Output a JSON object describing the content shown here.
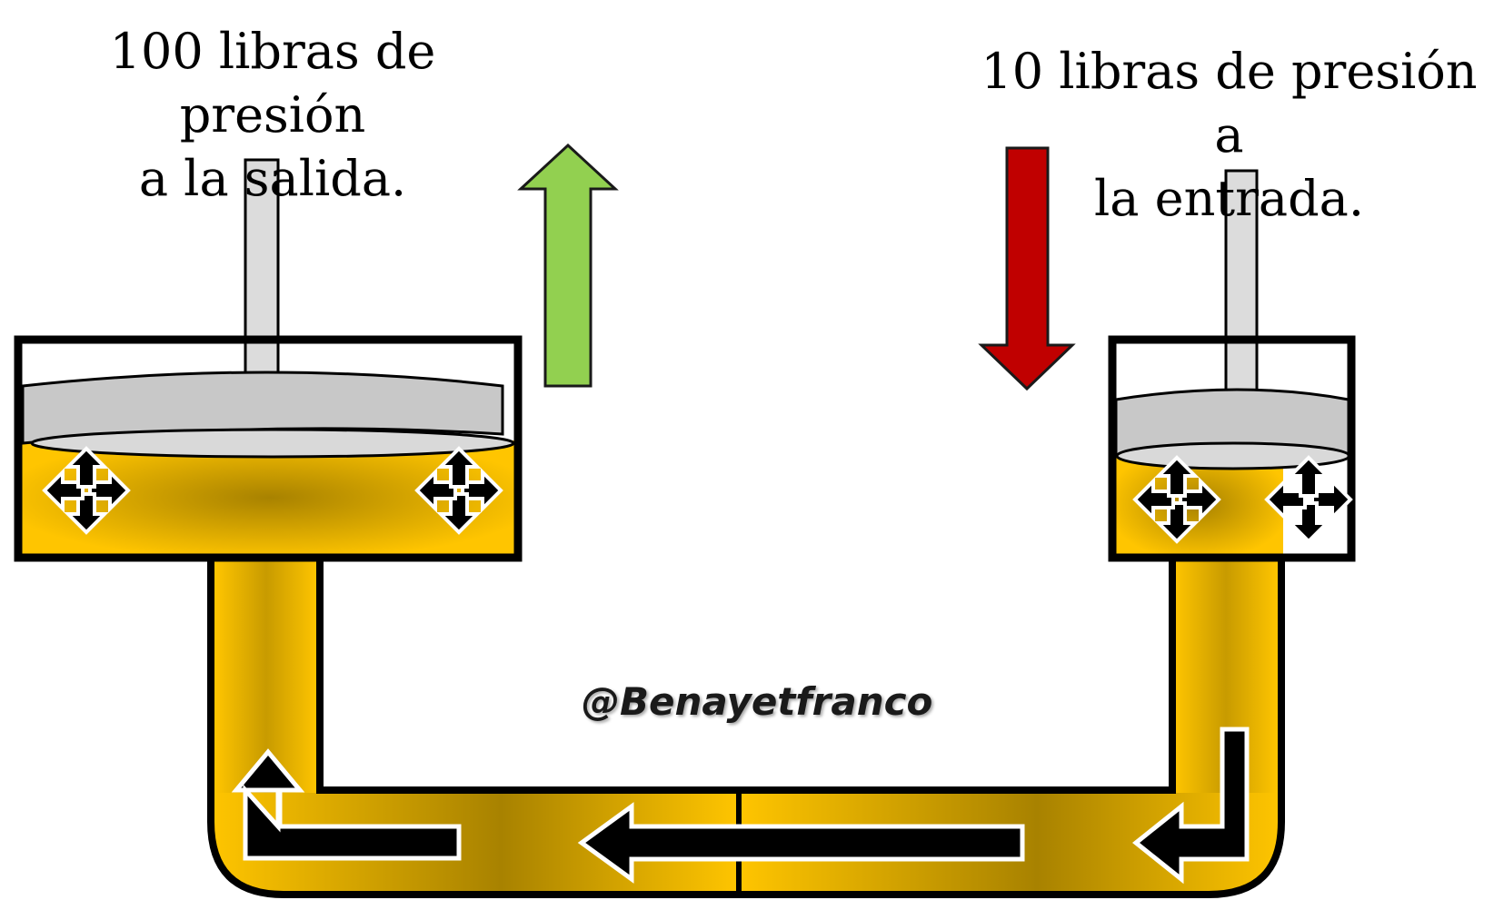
{
  "labels": {
    "output": {
      "line1": "100 libras de presión",
      "line2": "a la salida."
    },
    "input": {
      "line1": "10 libras de presión a",
      "line2": "la entrada."
    }
  },
  "watermark": "@Benayetfranco",
  "arrows": {
    "output_direction": "up",
    "input_direction": "down"
  },
  "colors": {
    "fluid_light": "#ffc500",
    "fluid_dark": "#a88200",
    "piston": "#c8c8c8",
    "rod": "#dcdcdc",
    "output_arrow": "#92d050",
    "input_arrow": "#c00000",
    "outline": "#000000"
  }
}
